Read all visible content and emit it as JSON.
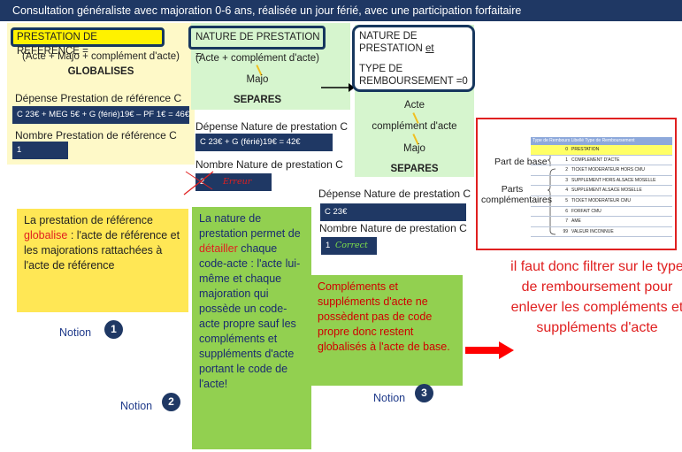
{
  "header": {
    "title": "Consultation généraliste avec majoration 0-6 ans, réalisée  un jour férié, avec une participation forfaitaire"
  },
  "col1": {
    "head": "PRESTATION DE REFERENCE =",
    "formula": "(Acte + Majo + complément d'acte)",
    "mode": "GLOBALISES",
    "depense_label": "Dépense Prestation de référence C",
    "depense_value": "C 23€ + MEG 5€ + G (férié)19€  – PF 1€ = 46€",
    "nombre_label": "Nombre Prestation de référence C",
    "nombre_value": "1"
  },
  "col2": {
    "head": "NATURE DE PRESTATION =",
    "formula": "(Acte + complément d'acte)",
    "majo": "Majo",
    "mode": "SEPARES",
    "depense_label": "Dépense Nature de prestation C",
    "depense_value": "C 23€ + G (férié)19€ = 42€",
    "nombre_label": "Nombre Nature de prestation C",
    "nombre_value": "2",
    "nombre_annotation": "Erreur"
  },
  "col3": {
    "head_line1": "NATURE DE",
    "head_line2": "PRESTATION",
    "head_et": "et",
    "head_line3": "TYPE DE",
    "head_line4": "REMBOURSEMENT =0",
    "acte": "Acte",
    "complement": "complément d'acte",
    "majo": "Majo",
    "mode": "SEPARES",
    "depense_label": "Dépense Nature de prestation C",
    "depense_value": "C 23€",
    "nombre_label": "Nombre Nature de prestation C",
    "nombre_value": "1",
    "nombre_annotation": "Correct"
  },
  "notes": {
    "note1_pre": "La prestation de référence ",
    "note1_hl": "globalise",
    "note1_post": " :  l'acte de référence et les majorations rattachées à l'acte de référence",
    "note2_pre": "La nature de prestation permet de ",
    "note2_hl": "détailler",
    "note2_post": " chaque code-acte : l'acte lui-même et chaque majoration qui possède un code-acte propre sauf les compléments et suppléments d'acte portant le code de l'acte!",
    "note3": "Compléments et suppléments d'acte ne possèdent pas de code propre donc restent globalisés à l'acte de base."
  },
  "notions": [
    {
      "label": "Notion",
      "num": "1"
    },
    {
      "label": "Notion",
      "num": "2"
    },
    {
      "label": "Notion",
      "num": "3"
    }
  ],
  "table": {
    "header": "Type de Rembours Libellé Type de Remboursement",
    "group_base": "Part de base",
    "group_compl": "Parts complémentaires",
    "rows": [
      {
        "code": "0",
        "label": "PRESTATION"
      },
      {
        "code": "1",
        "label": "COMPLEMENT D'ACTE"
      },
      {
        "code": "2",
        "label": "TICKET MODERATEUR HORS CMU"
      },
      {
        "code": "3",
        "label": "SUPPLEMENT HORS ALSACE MOSELLE"
      },
      {
        "code": "4",
        "label": "SUPPLEMENT ALSACE MOSELLE"
      },
      {
        "code": "5",
        "label": "TICKET MODERATEUR  CMU"
      },
      {
        "code": "6",
        "label": "FORFAIT CMU"
      },
      {
        "code": "7",
        "label": "AME"
      },
      {
        "code": "99",
        "label": "VALEUR INCONNUE"
      }
    ]
  },
  "conclusion": "il faut donc filtrer sur le type de remboursement pour enlever les compléments et suppléments d'acte",
  "colors": {
    "navy": "#1f3864",
    "highlight_red": "#e02020",
    "yellow": "#ffe755",
    "green": "#92d050"
  }
}
